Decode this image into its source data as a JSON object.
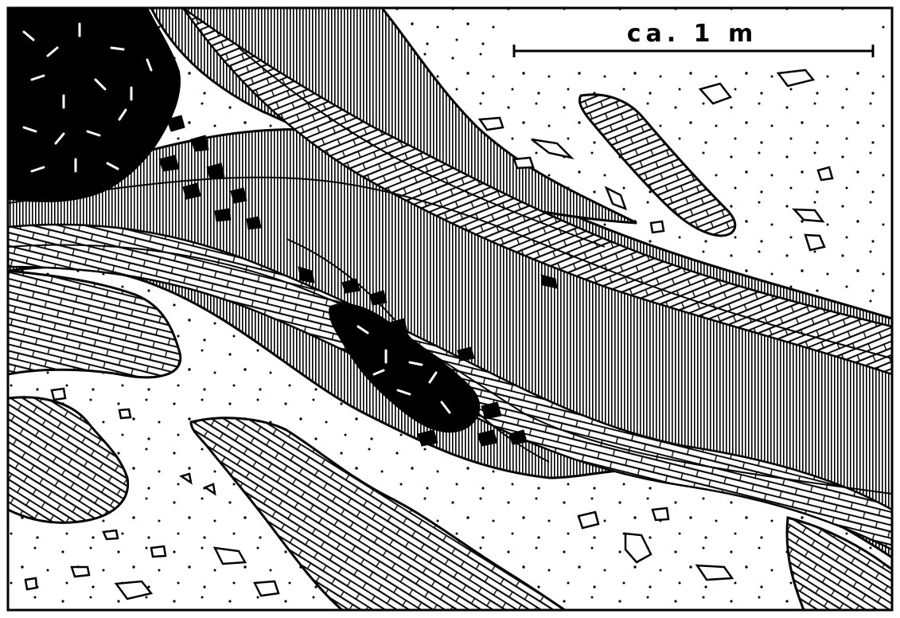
{
  "figure": {
    "scale_bar": {
      "label": "ca. 1 m"
    },
    "units": [
      {
        "name": "igneous-intrusion",
        "pattern": "black-with-white-laths"
      },
      {
        "name": "striped-shale",
        "pattern": "vertical-hatch"
      },
      {
        "name": "brick-limestone",
        "pattern": "brick"
      },
      {
        "name": "stippled-matrix",
        "pattern": "dots"
      }
    ],
    "colors": {
      "ink": "#000000",
      "paper": "#ffffff"
    }
  }
}
